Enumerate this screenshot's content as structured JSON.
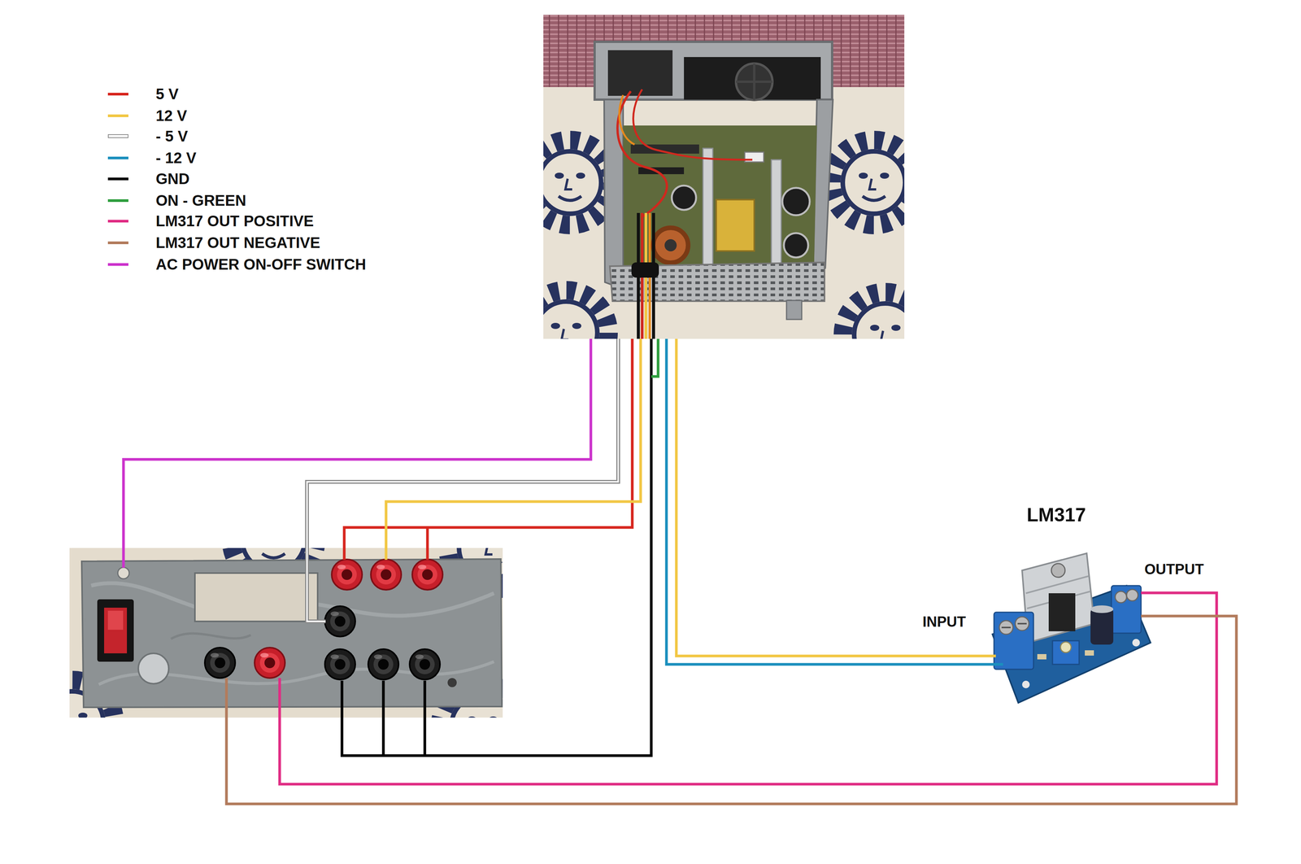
{
  "diagram": {
    "nodes": [
      {
        "text": [
          "LM317"
        ]
      }
    ],
    "labels": [
      "INPUT",
      "OUTPUT"
    ],
    "legend": [
      {
        "text": "5 V",
        "color": "#d7261e"
      },
      {
        "text": "12 V",
        "color": "#f2c744"
      },
      {
        "text": "- 5 V",
        "color": "#ffffff"
      },
      {
        "text": "- 12 V",
        "color": "#1b8fbd"
      },
      {
        "text": "GND",
        "color": "#000000"
      },
      {
        "text": "ON - GREEN",
        "color": "#2e9e3e"
      },
      {
        "text": "LM317 OUT POSITIVE",
        "color": "#e02d84"
      },
      {
        "text": "LM317 OUT NEGATIVE",
        "color": "#b27b5c"
      },
      {
        "text": "AC POWER ON-OFF SWITCH",
        "color": "#cc33cc"
      }
    ]
  }
}
